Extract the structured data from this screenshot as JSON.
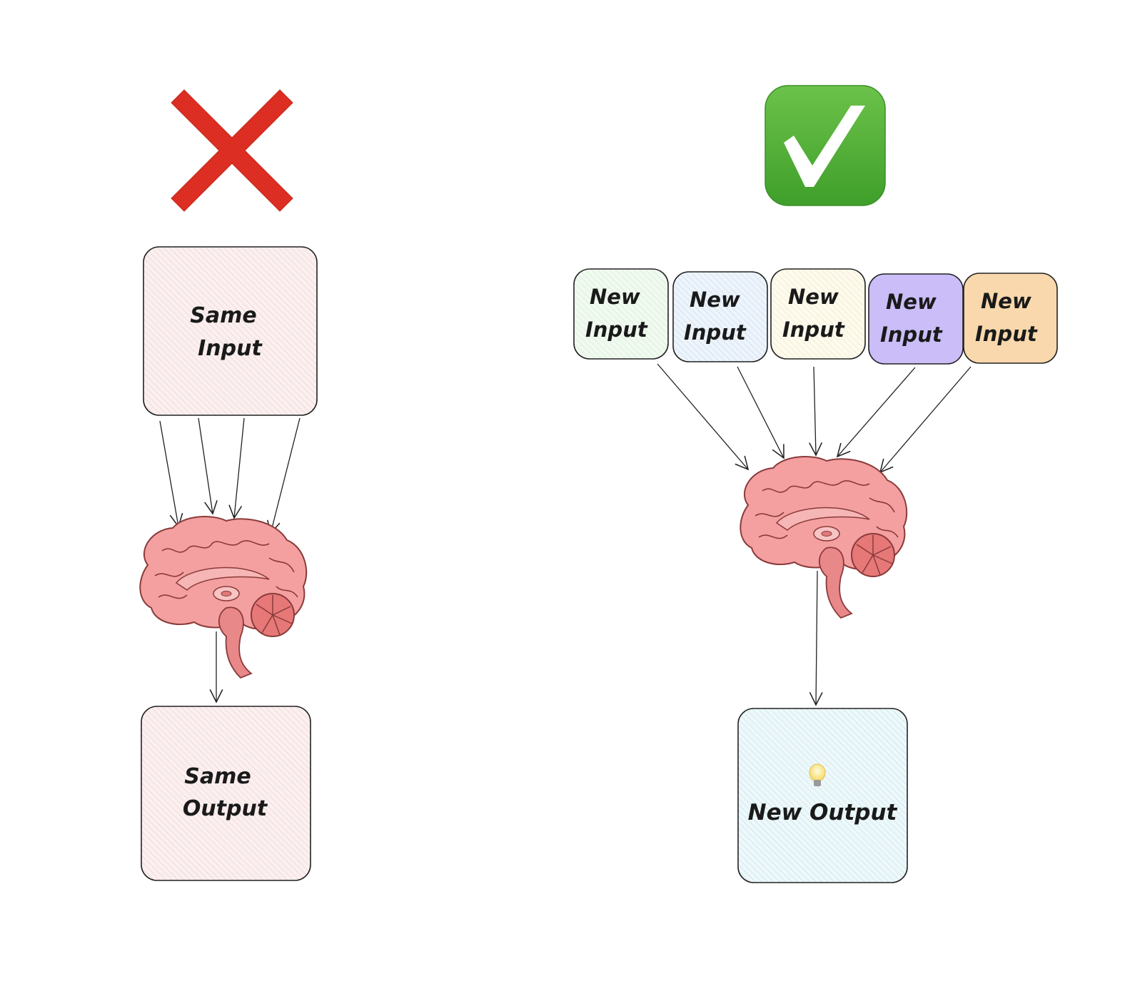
{
  "left_panel": {
    "verdict": "wrong",
    "verdict_icon": "cross-mark-icon",
    "verdict_color": "#dc2e22",
    "input_box": {
      "lines": [
        "Same",
        "Input"
      ],
      "fill": "#f9e3e4"
    },
    "arrow_count_in": 4,
    "brain_icon": "brain-icon",
    "output_box": {
      "lines": [
        "Same",
        "Output"
      ],
      "fill": "#f9e3e4"
    }
  },
  "right_panel": {
    "verdict": "correct",
    "verdict_icon": "check-mark-button-icon",
    "verdict_color": "#4cae33",
    "inputs": [
      {
        "lines": [
          "New",
          "Input"
        ],
        "fill": "#dff3df"
      },
      {
        "lines": [
          "New",
          "Input"
        ],
        "fill": "#d9e8f6"
      },
      {
        "lines": [
          "New",
          "Input"
        ],
        "fill": "#fbf4d6"
      },
      {
        "lines": [
          "New",
          "Input"
        ],
        "fill": "#cbbdf8"
      },
      {
        "lines": [
          "New",
          "Input"
        ],
        "fill": "#f8d8ac"
      }
    ],
    "brain_icon": "brain-icon",
    "output_box": {
      "icon": "light-bulb-icon",
      "icon_glyph": "💡",
      "label": "New Output",
      "fill": "#d3eef2"
    }
  }
}
